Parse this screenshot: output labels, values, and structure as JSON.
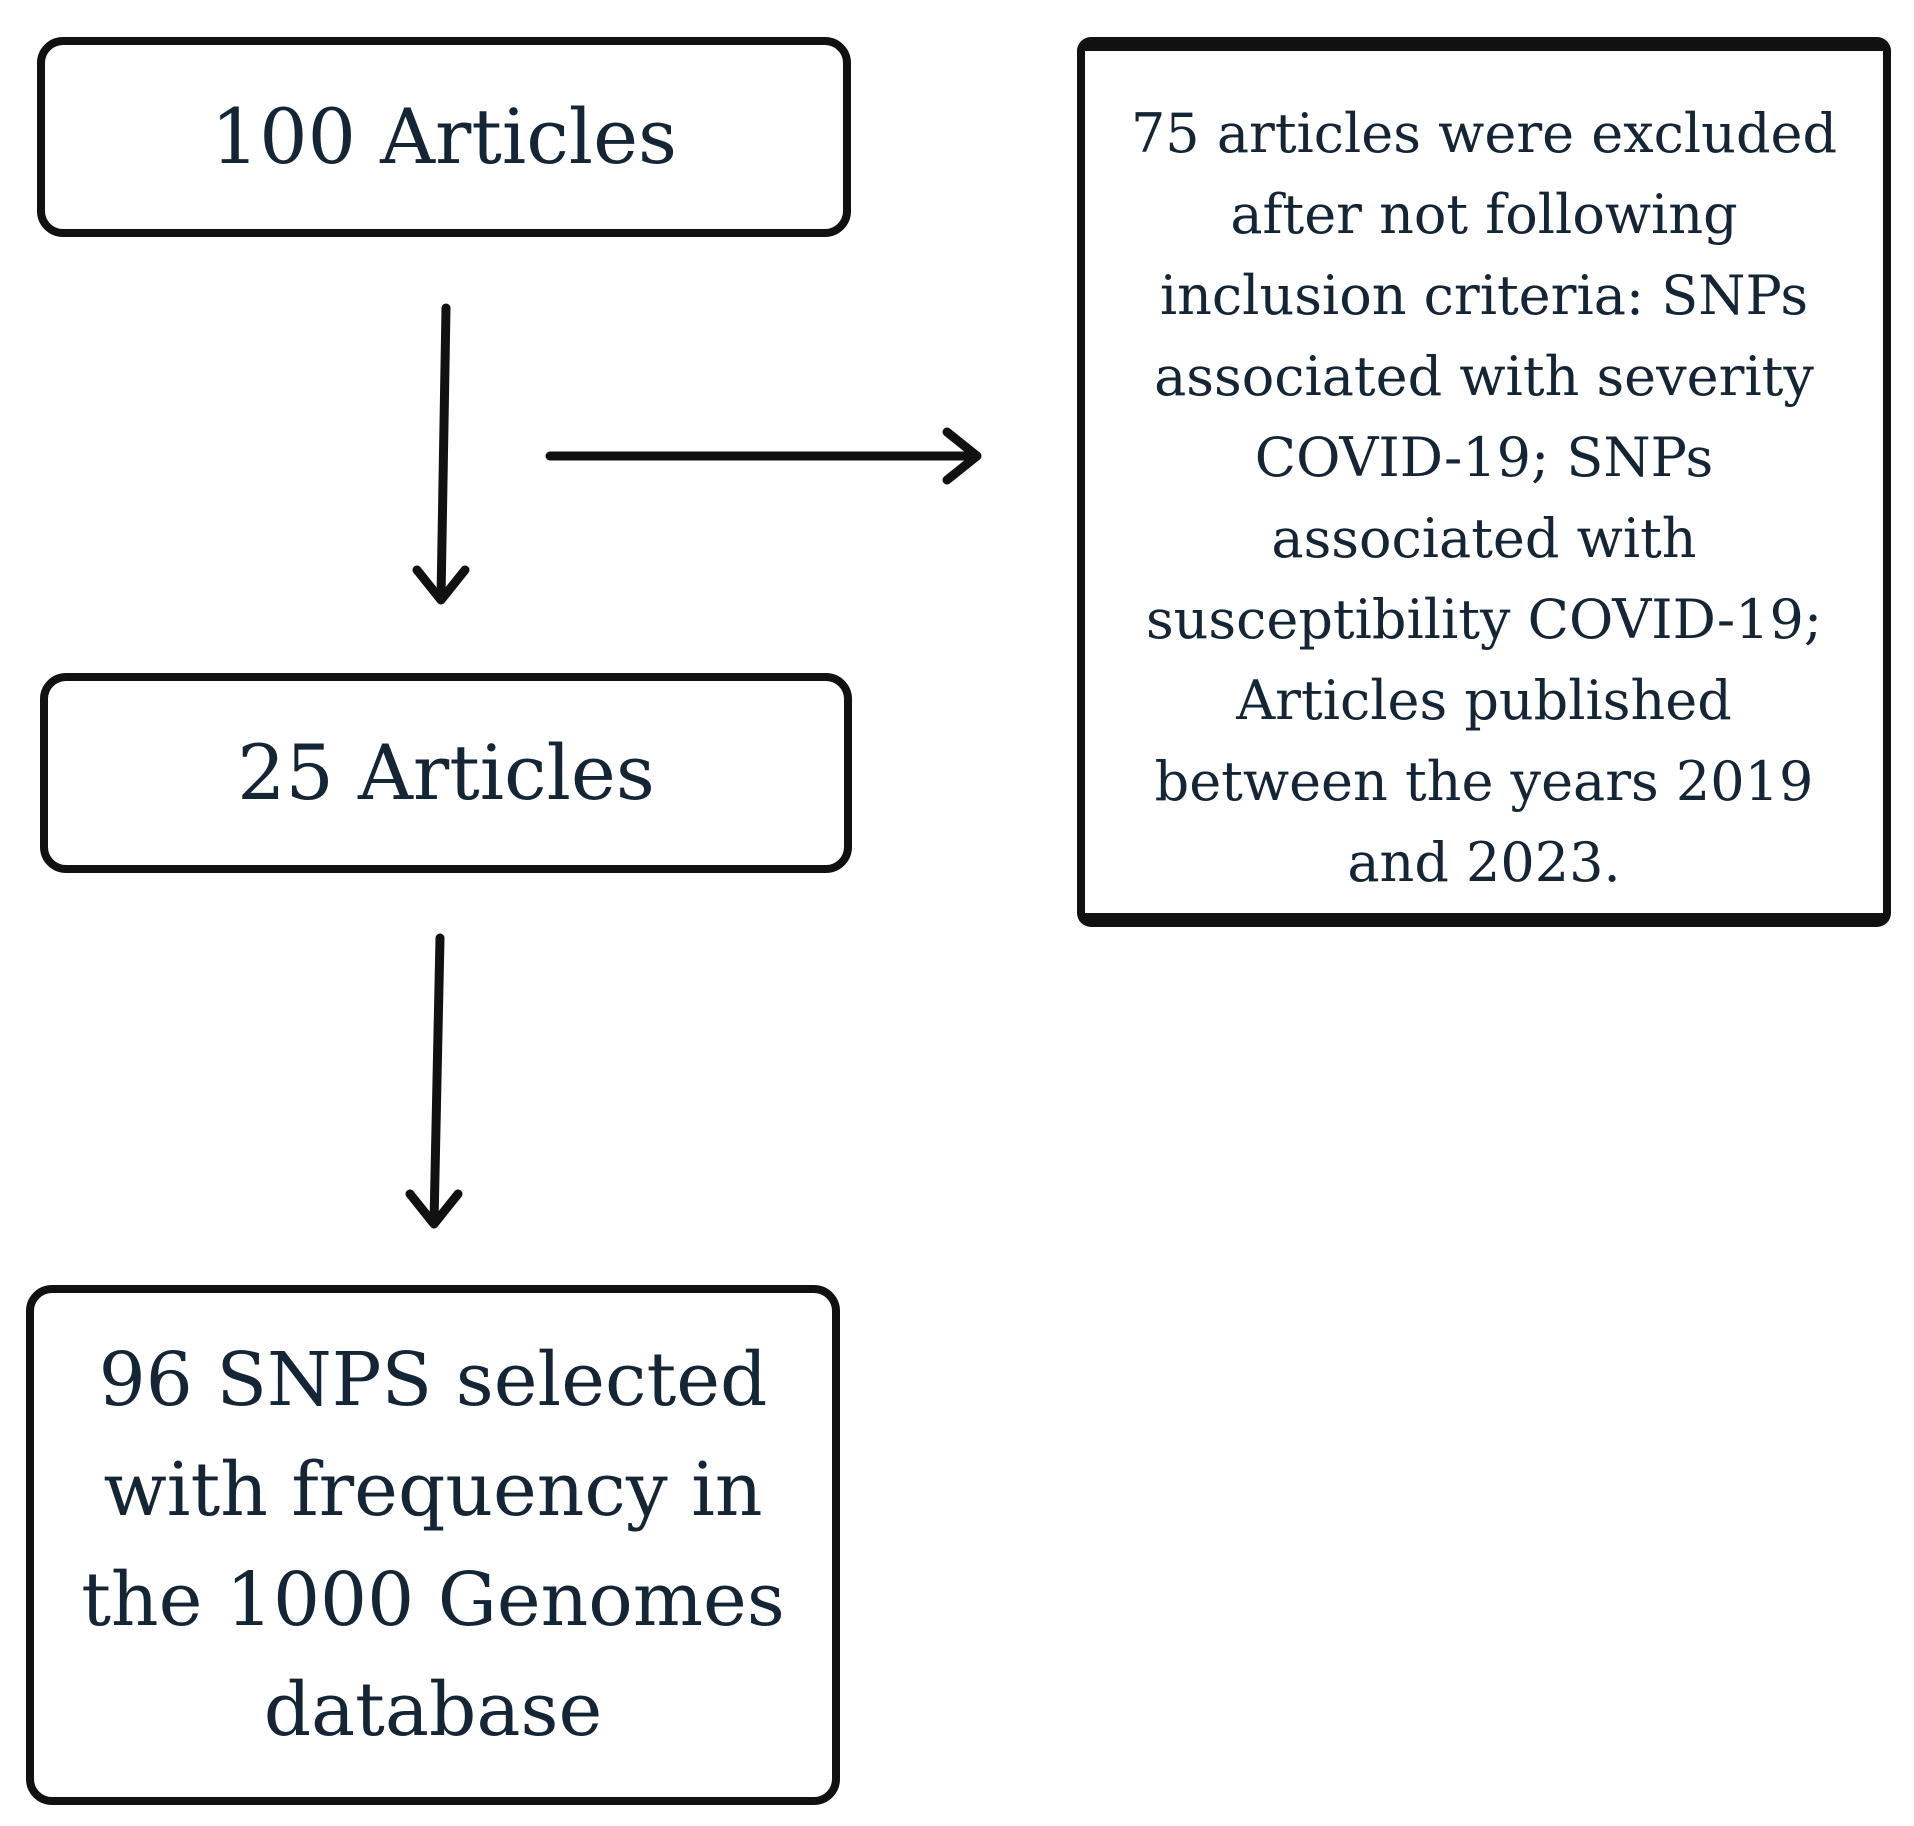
{
  "nodes": {
    "start": {
      "text": "100 Articles"
    },
    "middle": {
      "text": "25 Articles"
    },
    "final": {
      "lines": [
        "96 SNPS selected",
        "with frequency in",
        "the 1000 Genomes",
        "database"
      ]
    },
    "excluded": {
      "lines": [
        "75 articles were excluded",
        "after not following",
        "inclusion criteria: SNPs",
        "associated with severity",
        "COVID-19; SNPs",
        "associated with",
        "susceptibility COVID-19;",
        "Articles published",
        "between the years 2019",
        "and 2023."
      ]
    }
  },
  "edges": [
    {
      "from": "start",
      "to": "middle"
    },
    {
      "from": "start",
      "to": "excluded"
    },
    {
      "from": "middle",
      "to": "final"
    }
  ],
  "colors": {
    "text": "#142536",
    "border": "#111111",
    "background": "#ffffff"
  }
}
